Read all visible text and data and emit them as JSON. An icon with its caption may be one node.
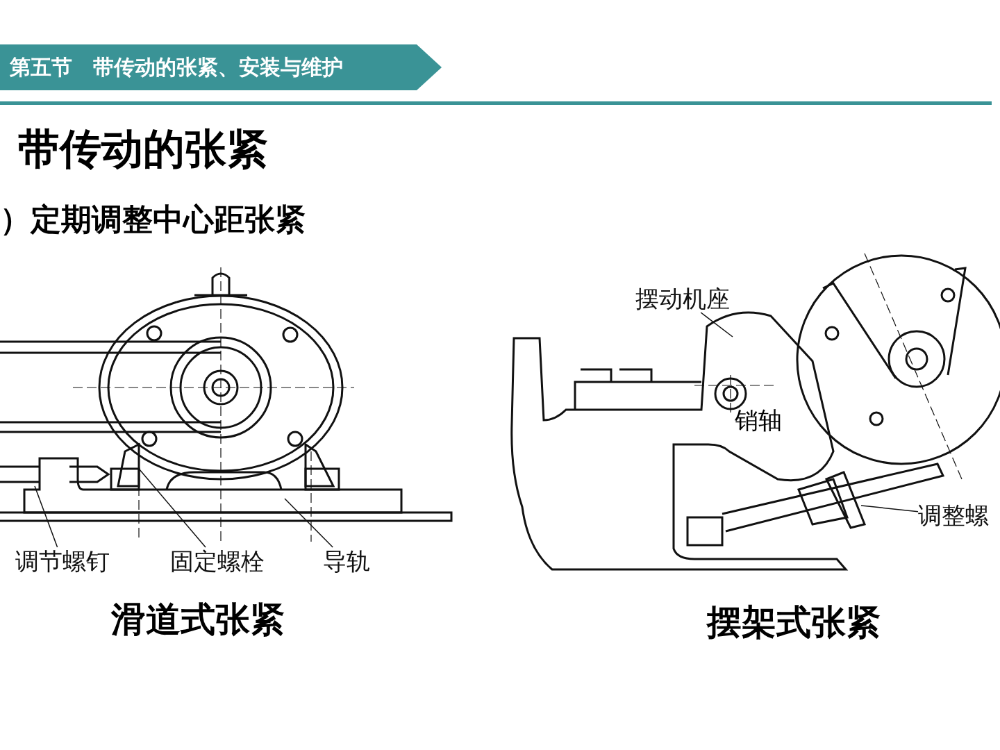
{
  "diagram": {
    "title": "带传动的张紧",
    "nodes": [
      {
        "text": [
          "调节螺钉"
        ]
      },
      {
        "text": [
          "固定螺栓"
        ]
      },
      {
        "text": [
          "导轨"
        ]
      },
      {
        "text": [
          "摆动机座"
        ]
      },
      {
        "text": [
          "调整螺"
        ]
      }
    ],
    "edges": [
      {
        "from": 0,
        "to": null,
        "arrow": "none"
      },
      {
        "from": 1,
        "to": null,
        "arrow": "none"
      },
      {
        "from": 2,
        "to": null,
        "arrow": "none"
      },
      {
        "from": 3,
        "to": null,
        "arrow": "none"
      },
      {
        "from": 4,
        "to": null,
        "arrow": "none"
      }
    ],
    "labels": [
      "第五节　带传动的张紧、安装与维护",
      "）定期调整中心距张紧",
      "销轴",
      "滑道式张紧",
      "摆架式张紧"
    ]
  }
}
